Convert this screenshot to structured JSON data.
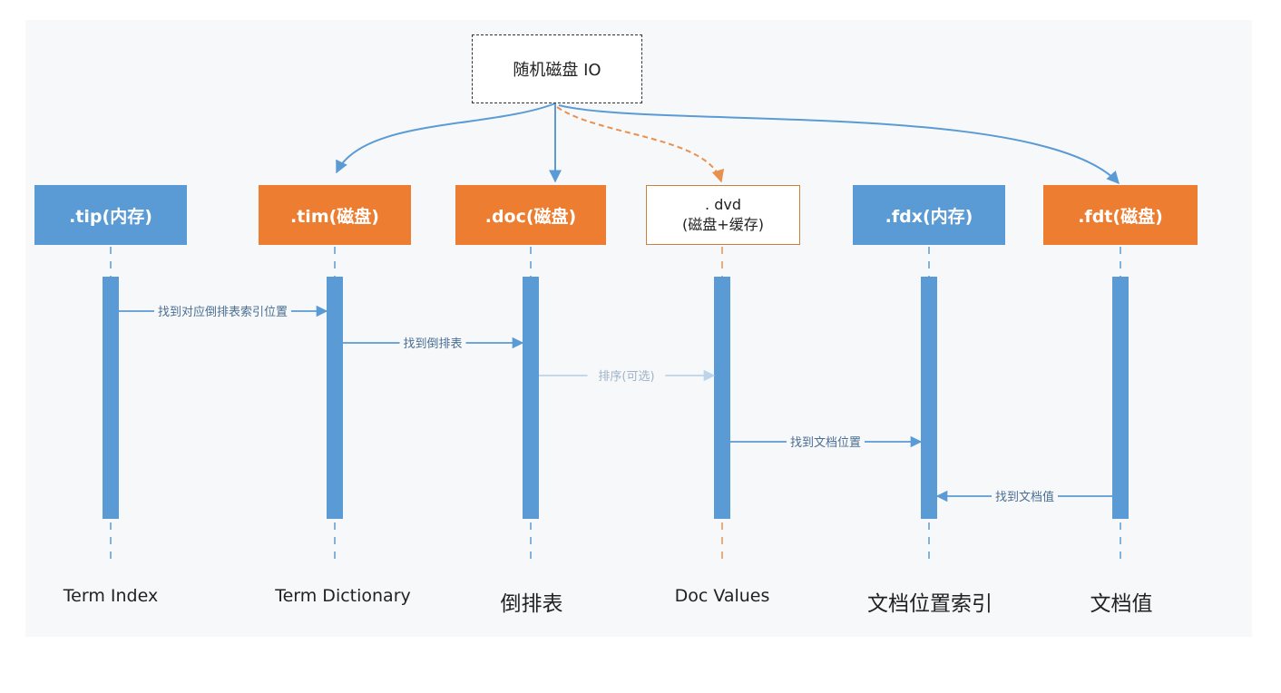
{
  "top_node": {
    "label": "随机磁盘 IO"
  },
  "boxes": [
    {
      "title": ".tip(内存)",
      "subtitle": ""
    },
    {
      "title": ".tim(磁盘)",
      "subtitle": ""
    },
    {
      "title": ".doc(磁盘)",
      "subtitle": ""
    },
    {
      "title": ". dvd",
      "subtitle": "(磁盘+缓存)"
    },
    {
      "title": ".fdx(内存)",
      "subtitle": ""
    },
    {
      "title": ".fdt(磁盘)",
      "subtitle": ""
    }
  ],
  "lifelines": [
    "Term Index",
    "Term Dictionary",
    "倒排表",
    "Doc Values",
    "文档位置索引",
    "文档值"
  ],
  "messages": [
    {
      "from": 0,
      "to": 1,
      "label": "找到对应倒排表索引位置",
      "style": "solid"
    },
    {
      "from": 1,
      "to": 2,
      "label": "找到倒排表",
      "style": "solid"
    },
    {
      "from": 2,
      "to": 3,
      "label": "排序(可选)",
      "style": "faded"
    },
    {
      "from": 3,
      "to": 4,
      "label": "找到文档位置",
      "style": "solid"
    },
    {
      "from": 5,
      "to": 4,
      "label": "找到文档值",
      "style": "solid"
    }
  ],
  "colors": {
    "blue": "#5b9bd5",
    "orange": "#ed7d31",
    "faded": "#bdd4ea",
    "dashed_arrow": "#e8914f"
  }
}
